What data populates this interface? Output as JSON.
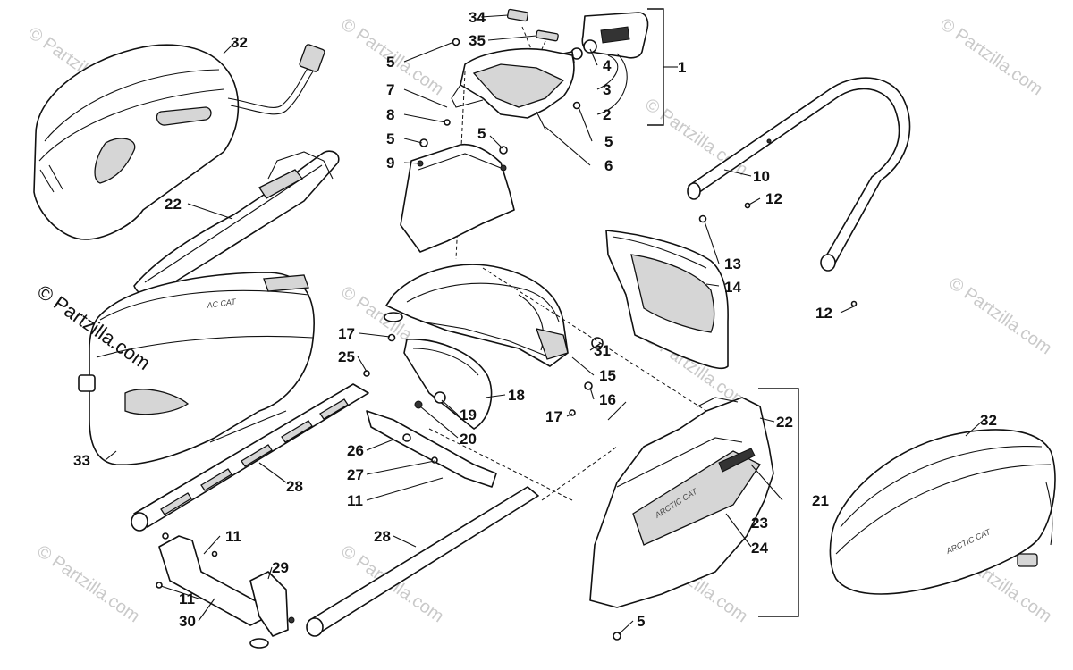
{
  "watermarks": {
    "faint": "© Partzilla.com",
    "main": "© Partzilla.com"
  },
  "decals": {
    "seat_logo": "AC CAT",
    "side_panel_logo": "ARCTIC CAT",
    "bag_logo": "ARCTIC CAT"
  },
  "callouts": {
    "c1": "1",
    "c2": "2",
    "c3": "3",
    "c4": "4",
    "c5a": "5",
    "c5b": "5",
    "c5c": "5",
    "c5d": "5",
    "c5e": "5",
    "c6": "6",
    "c7": "7",
    "c8": "8",
    "c9": "9",
    "c10": "10",
    "c11a": "11",
    "c11b": "11",
    "c11c": "11",
    "c12a": "12",
    "c12b": "12",
    "c13": "13",
    "c14": "14",
    "c15": "15",
    "c16": "16",
    "c17a": "17",
    "c17b": "17",
    "c18": "18",
    "c19": "19",
    "c20": "20",
    "c21": "21",
    "c22a": "22",
    "c22b": "22",
    "c23": "23",
    "c24": "24",
    "c25": "25",
    "c26": "26",
    "c27": "27",
    "c28a": "28",
    "c28b": "28",
    "c29": "29",
    "c30": "30",
    "c31": "31",
    "c32a": "32",
    "c32b": "32",
    "c33": "33",
    "c34": "34",
    "c35": "35"
  }
}
